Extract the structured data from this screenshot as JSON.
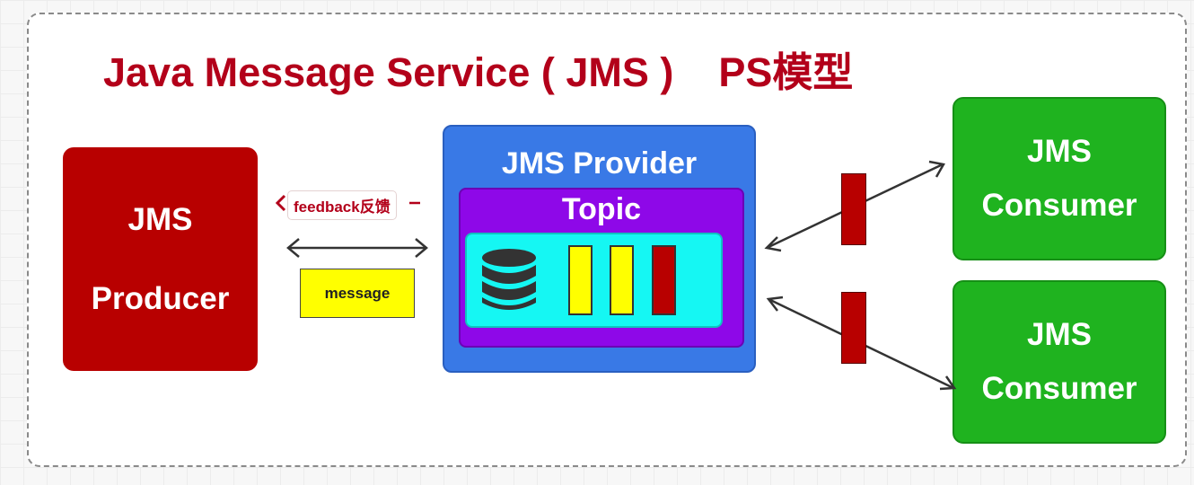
{
  "title": "Java Message Service ( JMS )    PS模型",
  "producer": {
    "line1": "JMS",
    "line2": "Producer"
  },
  "provider": {
    "title": "JMS Provider",
    "topic": "Topic"
  },
  "consumers": [
    {
      "line1": "JMS",
      "line2": "Consumer"
    },
    {
      "line1": "JMS",
      "line2": "Consumer"
    }
  ],
  "message_label": "message",
  "feedback_label": "feedback反馈",
  "message_slots": [
    {
      "color": "#ffff00"
    },
    {
      "color": "#ffff00"
    },
    {
      "color": "#b80000"
    }
  ],
  "colors": {
    "title": "#b3001a",
    "producer": "#b80000",
    "provider": "#3979e6",
    "topic": "#8e08e8",
    "queue": "#15f7f3",
    "consumer": "#1fb31f",
    "message": "#ffff00"
  }
}
